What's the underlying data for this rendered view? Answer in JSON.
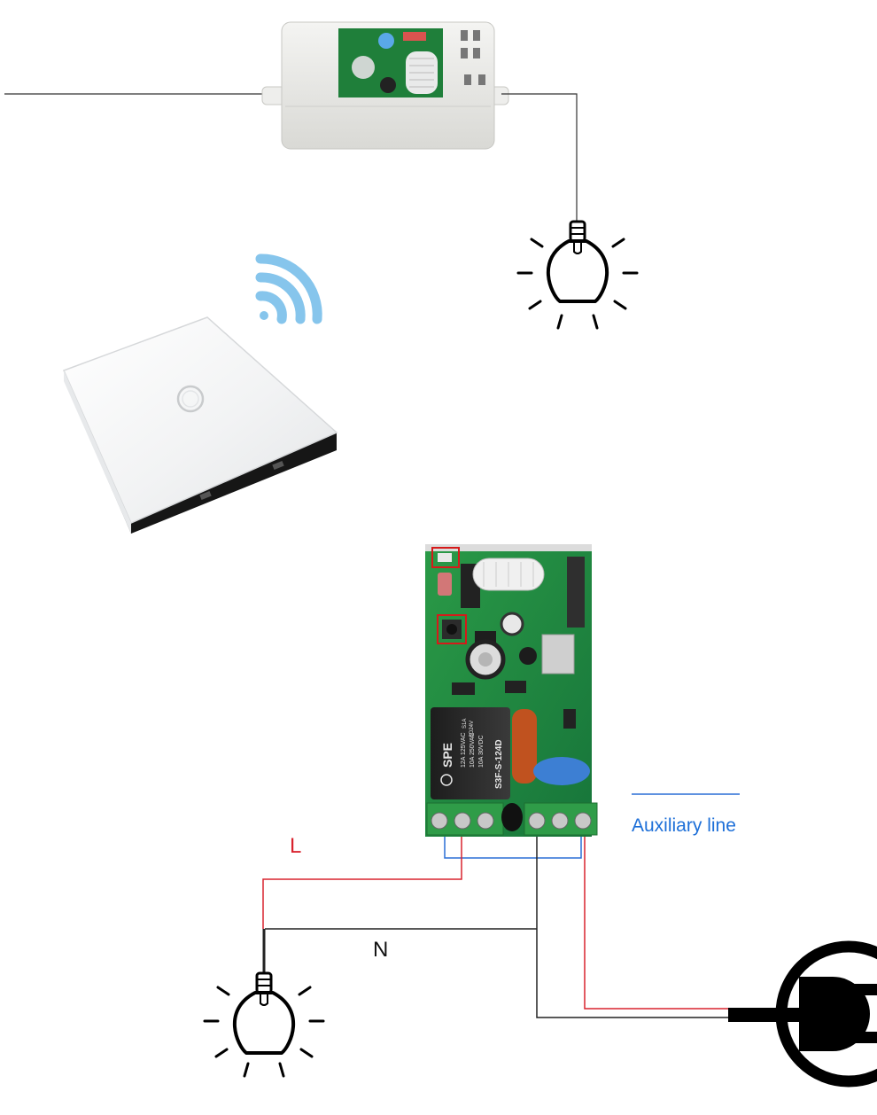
{
  "labels": {
    "live": "L",
    "neutral": "N",
    "auxiliary": "Auxiliary line"
  },
  "relay_board": {
    "brand": "SPE",
    "model": "S3F-S-124D",
    "rating_code": "S1A",
    "coil_spec": "SD24V",
    "rating_1": "12A 125VAC",
    "rating_2": "10A 250VAC",
    "rating_3": "10A 30VDC"
  },
  "colors": {
    "live_wire": "#d9232e",
    "neutral_wire": "#222222",
    "aux_wire": "#2a6fd6",
    "label_live": "#d9232e",
    "label_aux": "#1d6fd8",
    "wifi": "#86c5ec",
    "pcb": "#1f8a3c"
  },
  "icons": [
    "receiver-module",
    "light-bulb-icon",
    "wifi-signal-icon",
    "touch-switch-panel",
    "relay-board",
    "power-plug-icon"
  ]
}
